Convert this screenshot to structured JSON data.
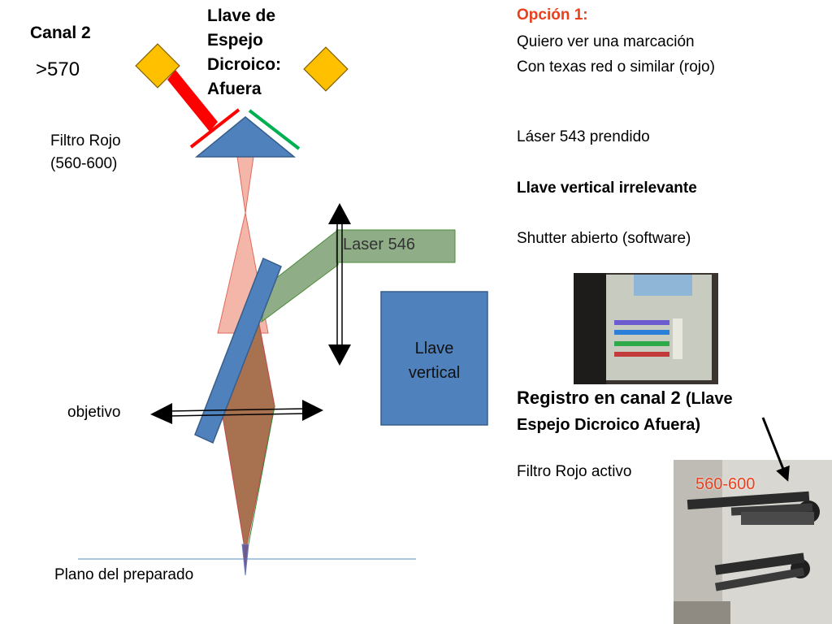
{
  "colors": {
    "accent_red": "#e8401c",
    "filter_red": "#ff0000",
    "filter_green": "#00b050",
    "yellow_square": "#ffc000",
    "blue_fill": "#4f81bd",
    "blue_stroke": "#385d8a",
    "laser_green": "#8fae88",
    "beam_pink": "#f4b6a8",
    "beam_brown": "#a8714f"
  },
  "left": {
    "canal_title": "Canal 2",
    "wavelength": ">570",
    "mirror_key_title": [
      "Llave de",
      "Espejo",
      "Dicroico:",
      "Afuera"
    ],
    "filter_label": [
      "Filtro Rojo",
      "(560-600)"
    ],
    "laser_label": "Laser  546",
    "vertical_key_label": [
      "Llave",
      "vertical"
    ],
    "objective_label": "objetivo",
    "sample_plane_label": "Plano del preparado"
  },
  "right": {
    "option_title": "Opción 1:",
    "option_desc": [
      "Quiero ver una marcación",
      "Con texas red o similar (rojo)"
    ],
    "laser_on": "Láser 543 prendido",
    "vertical_irrelevant": "Llave vertical irrelevante",
    "shutter": "Shutter abierto (software)",
    "register_main": "Registro en canal 2",
    "register_paren_1": "(Llave",
    "register_paren_2": "Espejo Dicroico Afuera)",
    "filter_active": "Filtro Rojo activo",
    "photo_label": "560-600"
  },
  "icons": {
    "up_down_arrow": "double-headed-vertical-arrow",
    "left_right_arrow": "double-headed-horizontal-arrow",
    "pointer_arrow": "pointer-arrow"
  }
}
